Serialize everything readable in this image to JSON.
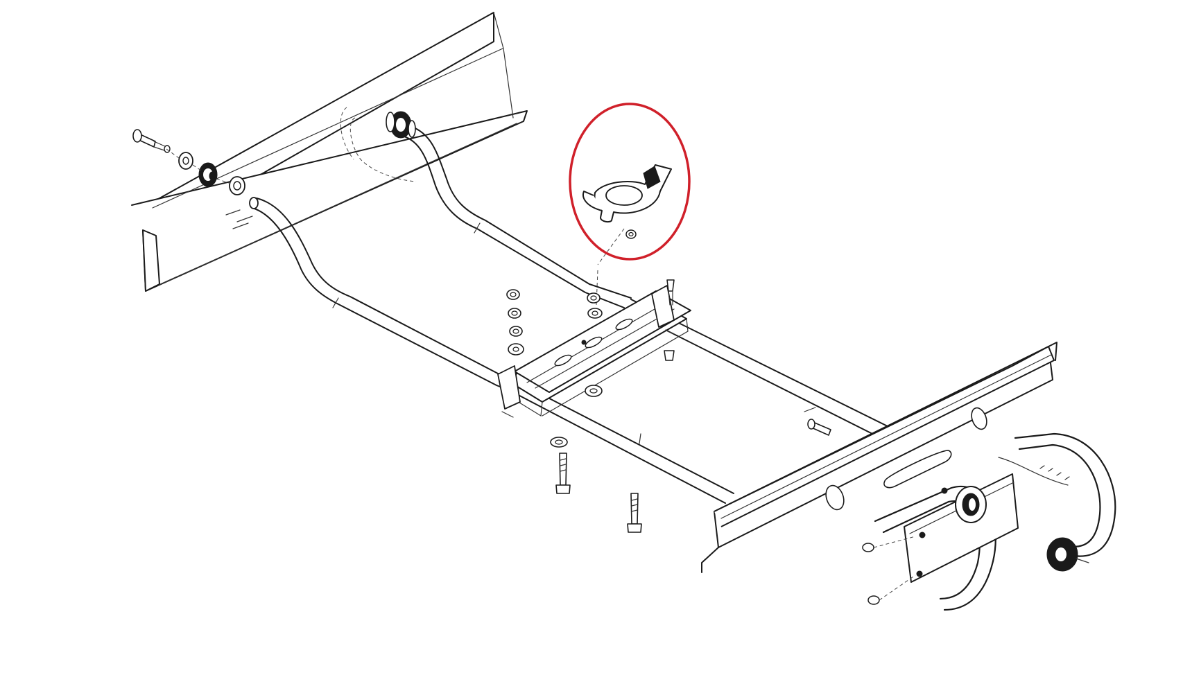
{
  "diagram": {
    "kind": "exploded-assembly-line-drawing",
    "highlight_color": "#d0202a",
    "ink_color": "#1a1a1a",
    "highlighted_part": "u-clip-retainer",
    "parts": [
      "rear-angle-bracket",
      "front-angle-bracket",
      "anti-roll-bar",
      "bar-bushing",
      "pivot-bolt",
      "washer",
      "spacer-bushing",
      "center-mounting-plate",
      "u-clip-retainer",
      "hex-nut",
      "hex-bolt",
      "hitch-loop-frame",
      "cable-spring",
      "knob-wheel"
    ]
  }
}
